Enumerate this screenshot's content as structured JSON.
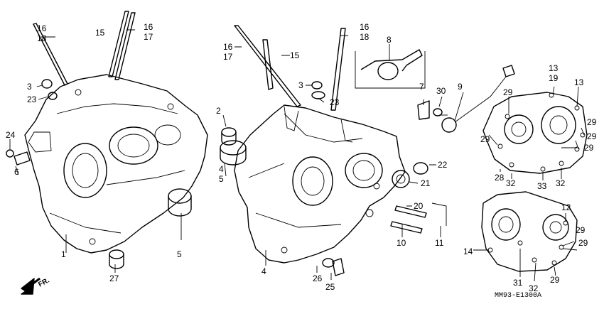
{
  "diagram": {
    "code": "MM93-E1300A",
    "direction_label": "FR.",
    "callouts": [
      "16",
      "18",
      "15",
      "16",
      "17",
      "16",
      "17",
      "15",
      "16",
      "18",
      "8",
      "3",
      "23",
      "3",
      "23",
      "2",
      "4",
      "5",
      "24",
      "6",
      "1",
      "5",
      "27",
      "7",
      "30",
      "9",
      "22",
      "21",
      "20",
      "10",
      "11",
      "4",
      "26",
      "25",
      "13",
      "19",
      "13",
      "29",
      "29",
      "29",
      "29",
      "29",
      "28",
      "32",
      "33",
      "32",
      "12",
      "29",
      "29",
      "14",
      "31",
      "32",
      "29"
    ]
  }
}
